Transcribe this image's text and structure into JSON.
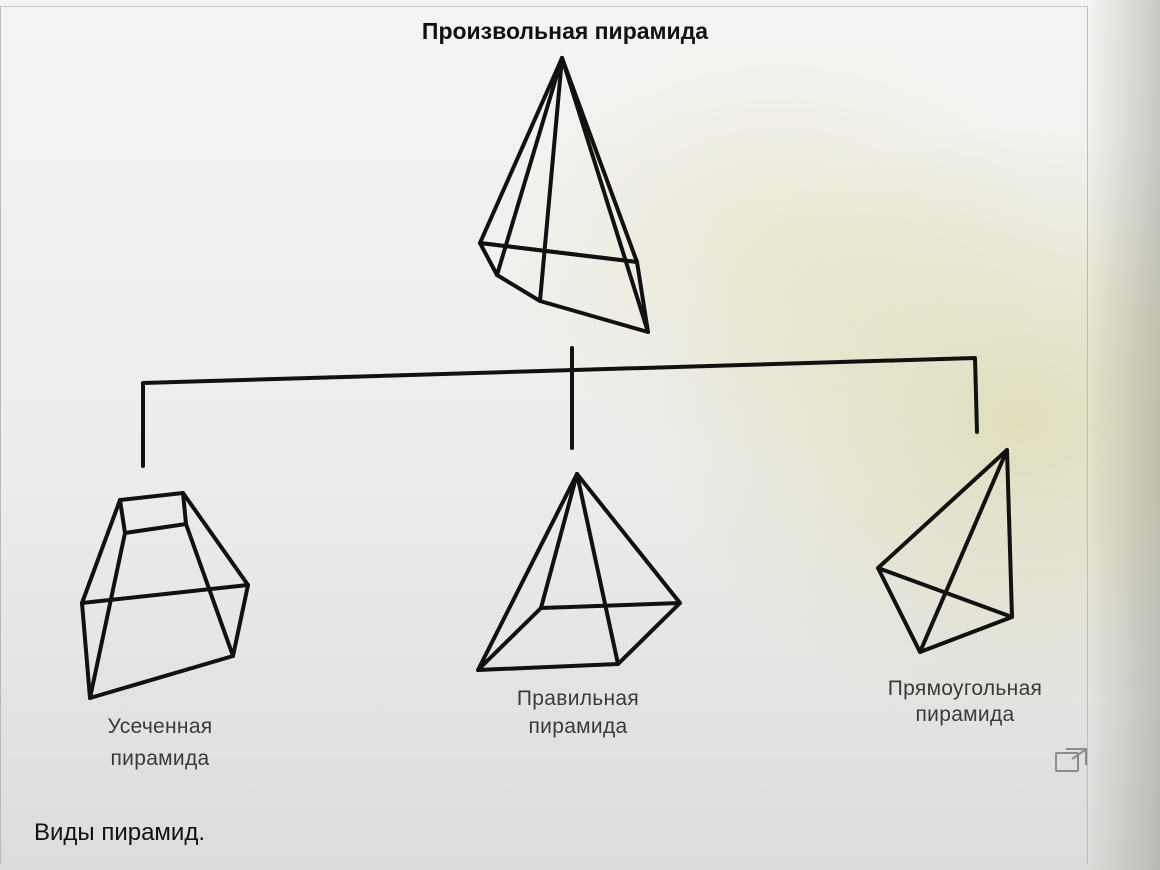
{
  "diagram": {
    "title": "Произвольная пирамида",
    "labels": {
      "truncated": [
        "Усеченная",
        "пирамида"
      ],
      "regular": [
        "Правильная",
        "пирамида"
      ],
      "rectangular": [
        "Прямоугольная",
        "пирамида"
      ]
    }
  },
  "caption": "Виды пирамид.",
  "icons": {
    "expand": "expand-icon"
  },
  "colors": {
    "ink": "#111111",
    "label_text": "#3a3a3a"
  }
}
